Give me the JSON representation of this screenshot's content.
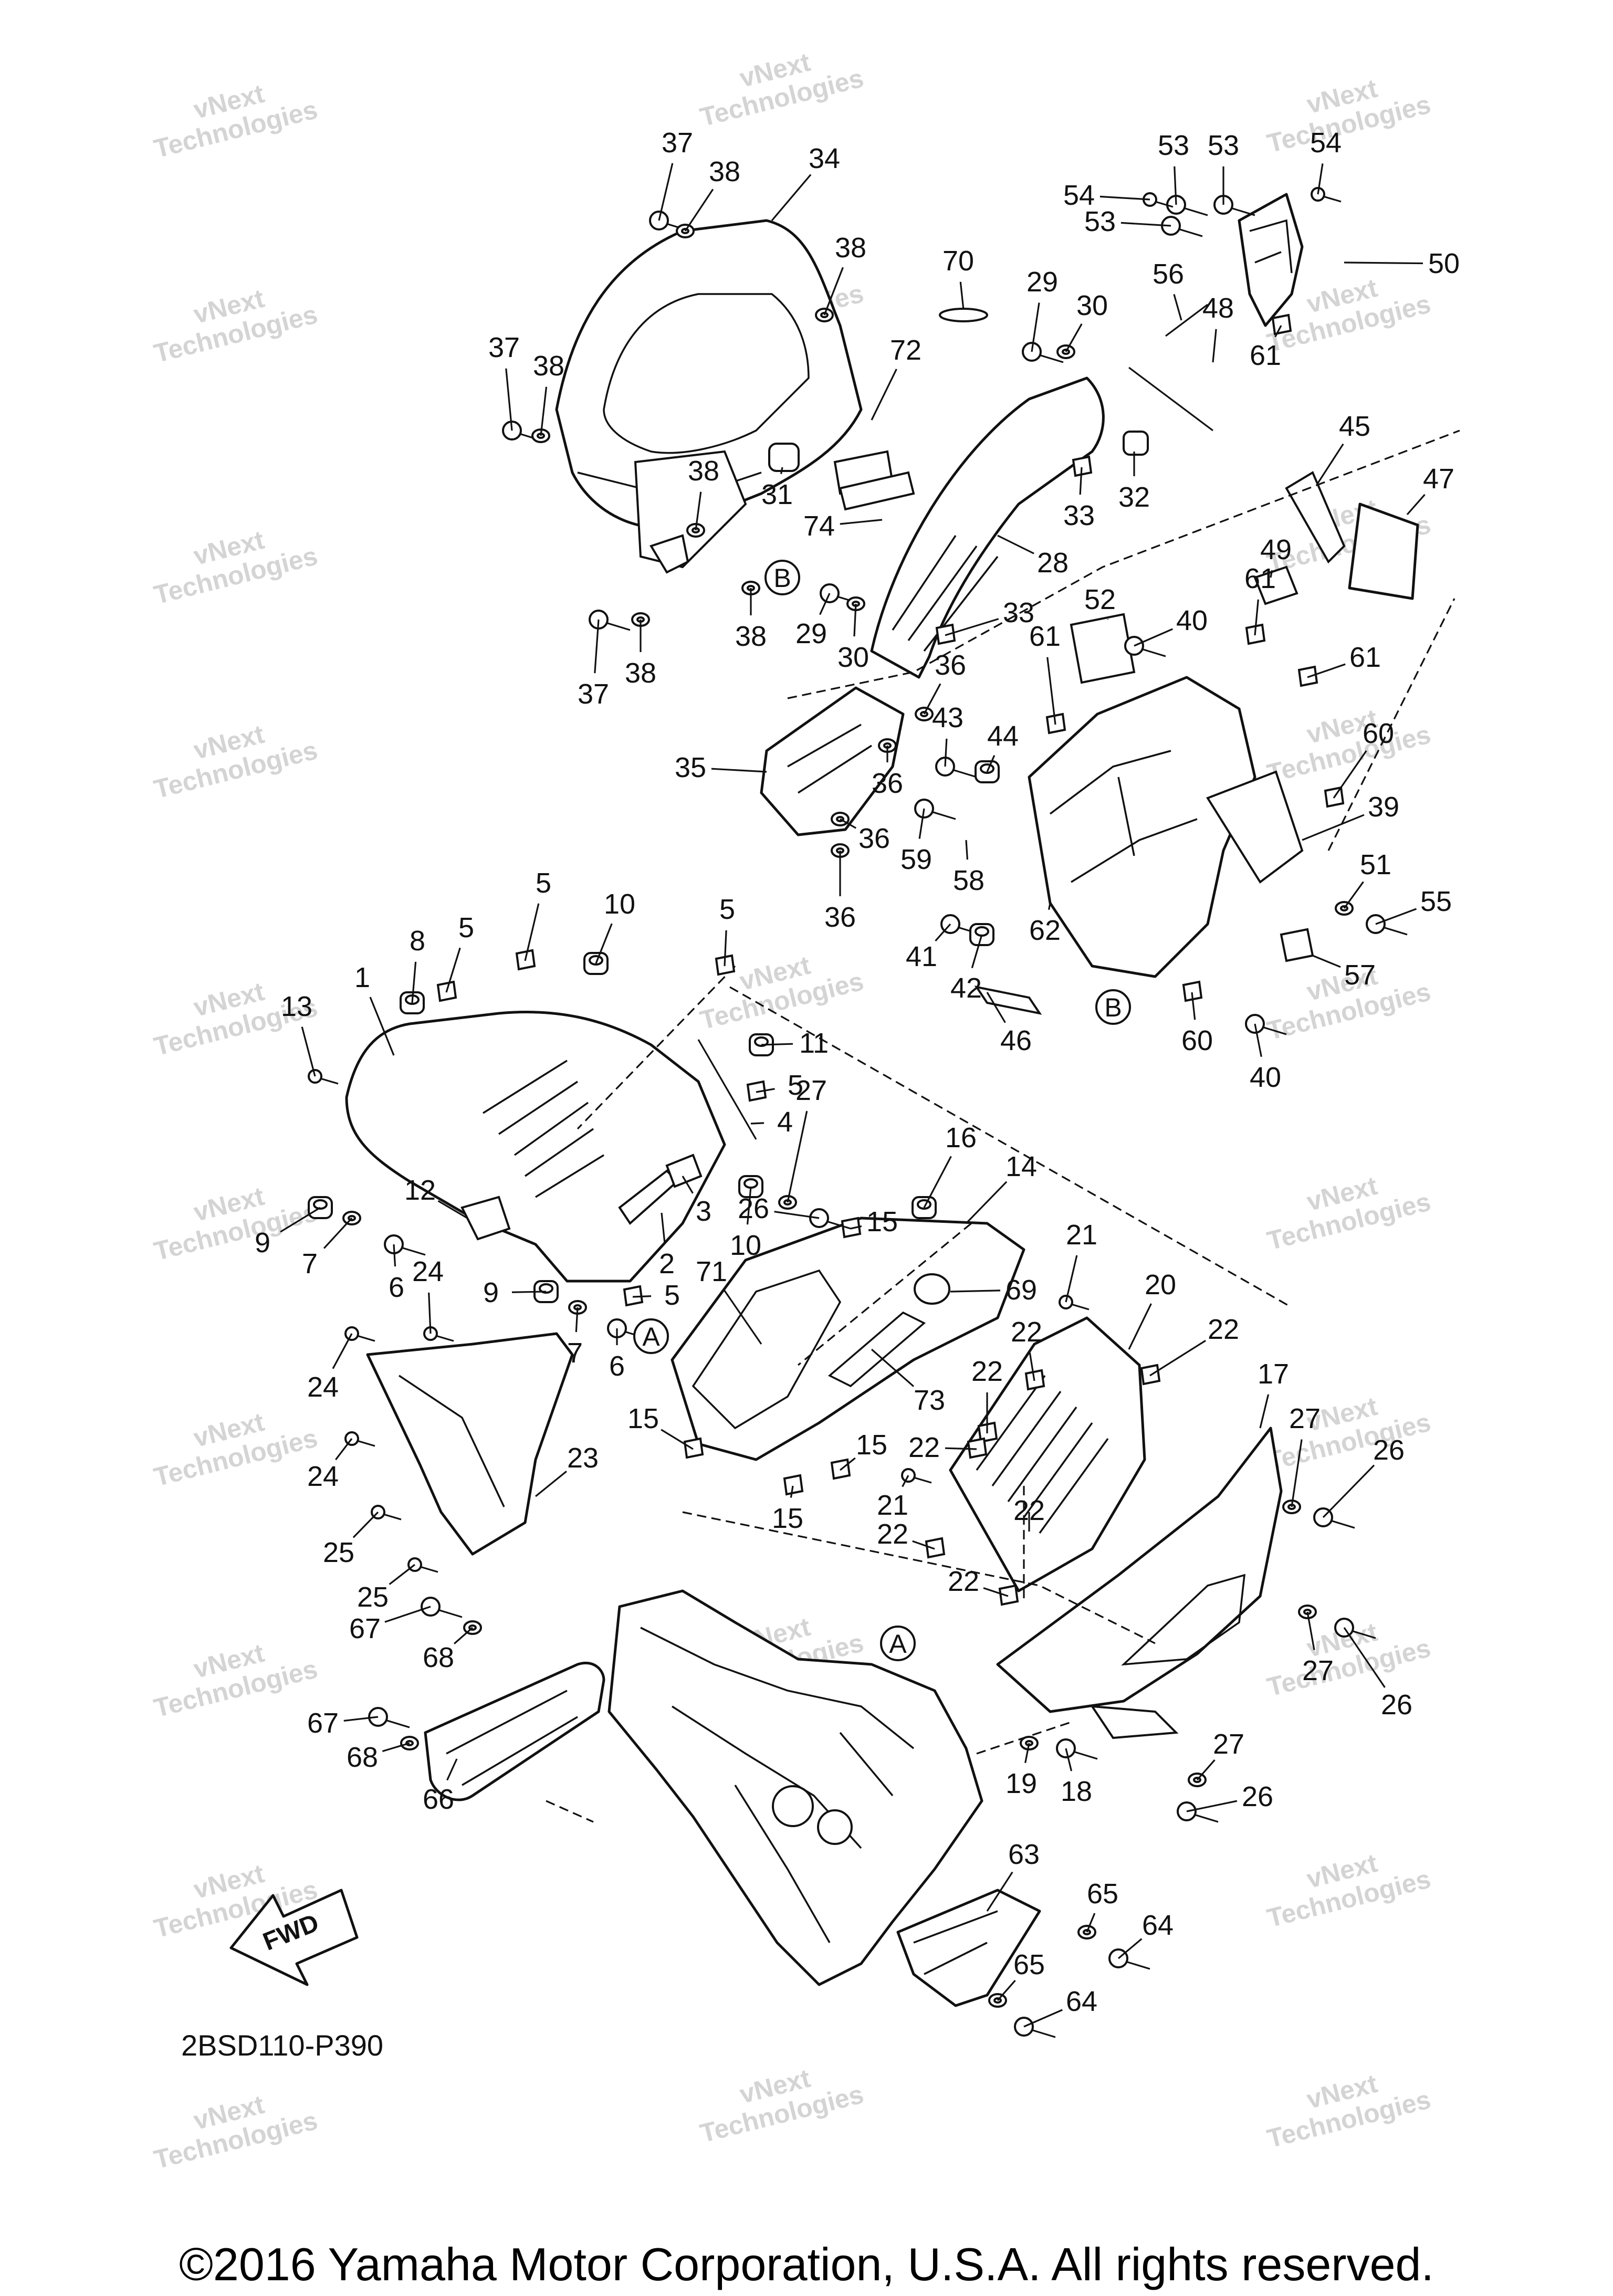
{
  "diagram_code": "2BSD110-P390",
  "fwd_label": "FWD",
  "copyright": "©2016 Yamaha Motor Corporation, U.S.A. All rights reserved.",
  "watermark_lines": [
    "vNext",
    "Technologies"
  ],
  "reference_marks": [
    "A",
    "B"
  ],
  "callouts": [
    "1",
    "2",
    "3",
    "4",
    "5",
    "5",
    "5",
    "5",
    "5",
    "6",
    "6",
    "7",
    "7",
    "8",
    "9",
    "9",
    "10",
    "10",
    "11",
    "12",
    "13",
    "14",
    "15",
    "15",
    "15",
    "15",
    "16",
    "17",
    "18",
    "19",
    "20",
    "21",
    "21",
    "22",
    "22",
    "22",
    "22",
    "22",
    "22",
    "22",
    "23",
    "24",
    "24",
    "24",
    "25",
    "25",
    "26",
    "26",
    "26",
    "26",
    "27",
    "27",
    "27",
    "27",
    "28",
    "29",
    "29",
    "30",
    "30",
    "31",
    "32",
    "33",
    "33",
    "34",
    "35",
    "36",
    "36",
    "36",
    "36",
    "37",
    "37",
    "37",
    "38",
    "38",
    "38",
    "38",
    "38",
    "38",
    "39",
    "40",
    "40",
    "41",
    "42",
    "43",
    "44",
    "45",
    "46",
    "47",
    "48",
    "49",
    "50",
    "51",
    "52",
    "53",
    "53",
    "53",
    "54",
    "54",
    "55",
    "56",
    "57",
    "58",
    "59",
    "60",
    "60",
    "61",
    "61",
    "61",
    "61",
    "62",
    "63",
    "64",
    "64",
    "65",
    "65",
    "66",
    "67",
    "67",
    "68",
    "68",
    "69",
    "70",
    "71",
    "72",
    "73",
    "74"
  ]
}
